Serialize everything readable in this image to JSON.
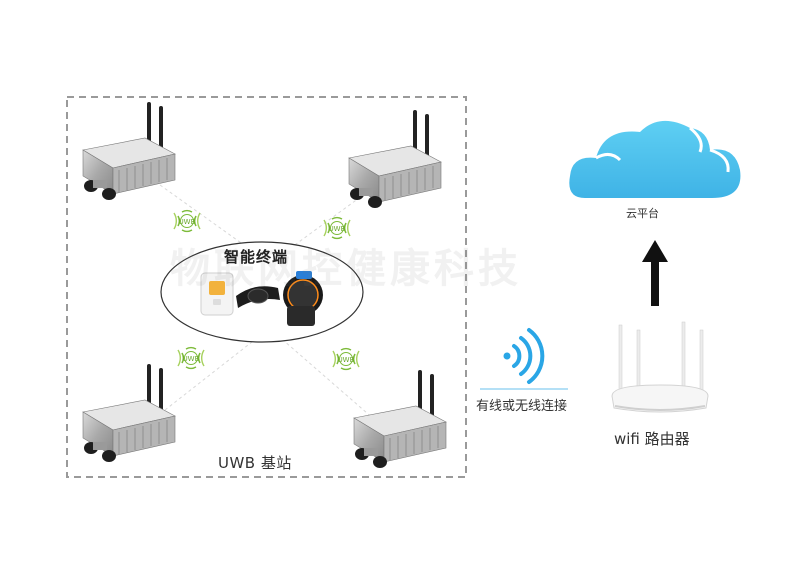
{
  "diagram": {
    "uwb_station_label": "UWB 基站",
    "terminal_label": "智能终端",
    "uwb_badge_text": "UWB",
    "cloud_label": "云平台",
    "connection_label": "有线或无线连接",
    "router_label": "wifi 路由器",
    "watermark_text": "物联网控健康科技"
  },
  "colors": {
    "cloud_fill": "#57c7ef",
    "wifi_blue": "#2aa6e6",
    "uwb_green": "#7dbb3a",
    "frame_gray": "#9a9a9a",
    "arrow": "#111111"
  },
  "icons": [
    "base-station-icon",
    "uwb-signal-icon",
    "cloud-icon",
    "wifi-signal-icon",
    "router-icon",
    "arrow-up-icon",
    "badge-device-icon",
    "chest-strap-icon",
    "smartwatch-icon"
  ]
}
